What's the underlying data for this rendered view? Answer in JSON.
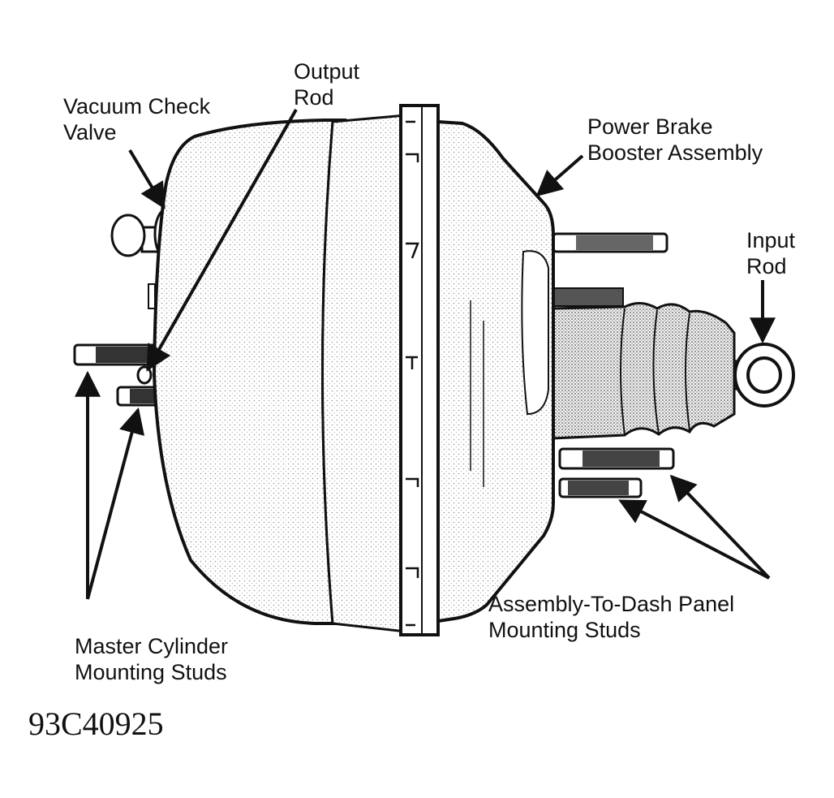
{
  "colors": {
    "ink": "#111111",
    "shade": "#dcdcdc",
    "boot": "#bdbdbd",
    "paper": "#ffffff"
  },
  "labels": {
    "output_rod": [
      "Output",
      "Rod"
    ],
    "vacuum_check_valve": [
      "Vacuum Check",
      "Valve"
    ],
    "power_brake_booster": [
      "Power Brake",
      "Booster Assembly"
    ],
    "input_rod": [
      "Input",
      "Rod"
    ],
    "master_cylinder_studs": [
      "Master Cylinder",
      "Mounting Studs"
    ],
    "dash_panel_studs": [
      "Assembly-To-Dash Panel",
      "Mounting Studs"
    ]
  },
  "figure_code": "93C40925"
}
